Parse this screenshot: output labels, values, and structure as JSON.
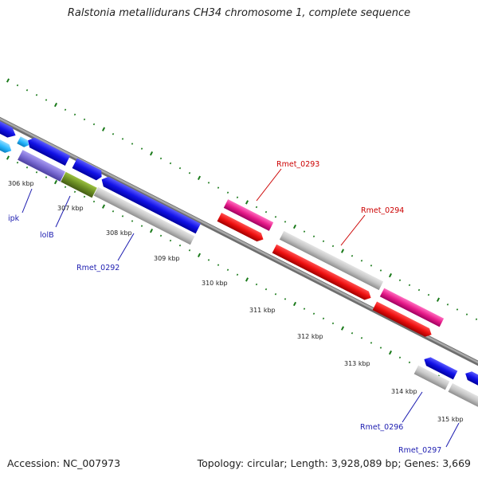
{
  "title": "Ralstonia metallidurans CH34 chromosome 1, complete sequence",
  "footer": {
    "accession": "Accession: NC_007973",
    "summary": "Topology: circular; Length: 3,928,089 bp; Genes: 3,669"
  },
  "colors": {
    "tick": "#1a7a1a",
    "backbone": "#8a8a8a",
    "label_red": "#cc0000",
    "label_blue": "#1c1cb0",
    "blue_gene": "#1212e6",
    "gray_gene": "#c4c4c4",
    "olive_gene": "#6b8e23",
    "purple_gene": "#7a6bd4",
    "magenta_gene": "#e81c8a",
    "red_gene": "#ee1010",
    "cyan_gene": "#29b8ff"
  },
  "scale_labels": [
    "306 kbp",
    "307 kbp",
    "308 kbp",
    "309 kbp",
    "310 kbp",
    "311 kbp",
    "312 kbp",
    "313 kbp",
    "314 kbp",
    "315 kbp"
  ],
  "gene_labels": [
    {
      "text": "ipk",
      "color": "blue"
    },
    {
      "text": "lolB",
      "color": "blue"
    },
    {
      "text": "Rmet_0292",
      "color": "blue"
    },
    {
      "text": "Rmet_0293",
      "color": "red"
    },
    {
      "text": "Rmet_0294",
      "color": "red"
    },
    {
      "text": "Rmet_0296",
      "color": "blue"
    },
    {
      "text": "Rmet_0297",
      "color": "blue"
    }
  ]
}
